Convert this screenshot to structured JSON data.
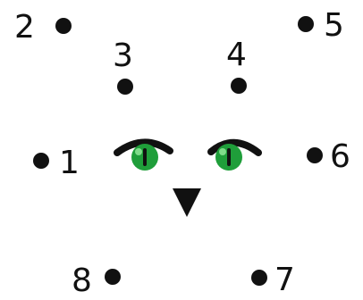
{
  "puzzle": {
    "dots": [
      {
        "number": "1"
      },
      {
        "number": "2"
      },
      {
        "number": "3"
      },
      {
        "number": "4"
      },
      {
        "number": "5"
      },
      {
        "number": "6"
      },
      {
        "number": "7"
      },
      {
        "number": "8"
      }
    ],
    "face": {
      "eye_color": "#1f9e3a",
      "eye_highlight": "#7fdc8a",
      "ink_color": "#111111"
    }
  }
}
